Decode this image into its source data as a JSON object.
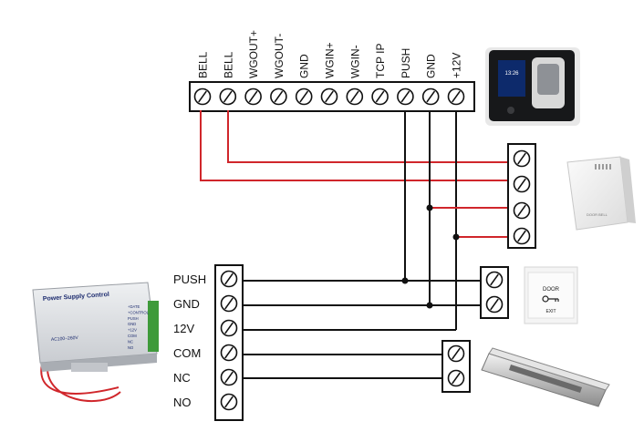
{
  "controller_terminals": [
    "BELL",
    "BELL",
    "WGOUT+",
    "WGOUT-",
    "GND",
    "WGIN+",
    "WGIN-",
    "TCP IP",
    "PUSH",
    "GND",
    "+12V"
  ],
  "power_supply_terminals": [
    "PUSH",
    "GND",
    "12V",
    "COM",
    "NC",
    "NO"
  ],
  "power_supply_label": {
    "title": "Power Supply Control",
    "side_labels": [
      "+DATE",
      "+CONTROL",
      "PUSH",
      "GND",
      "+12V",
      "COM",
      "NC",
      "NO"
    ],
    "voltage": "AC100~260V"
  },
  "exit_button_label": {
    "word": "DOOR",
    "sub": "EXIT"
  },
  "doorbell_label": "DOOR BELL",
  "reader_screen_time": "13:26",
  "colors": {
    "black_wire": "#111111",
    "red_wire": "#d0262b",
    "terminal_fill": "#ffffff",
    "psu_body": "#dfe2e6",
    "psu_label_blue": "#1b2a6e",
    "reader_body": "#17181a"
  }
}
